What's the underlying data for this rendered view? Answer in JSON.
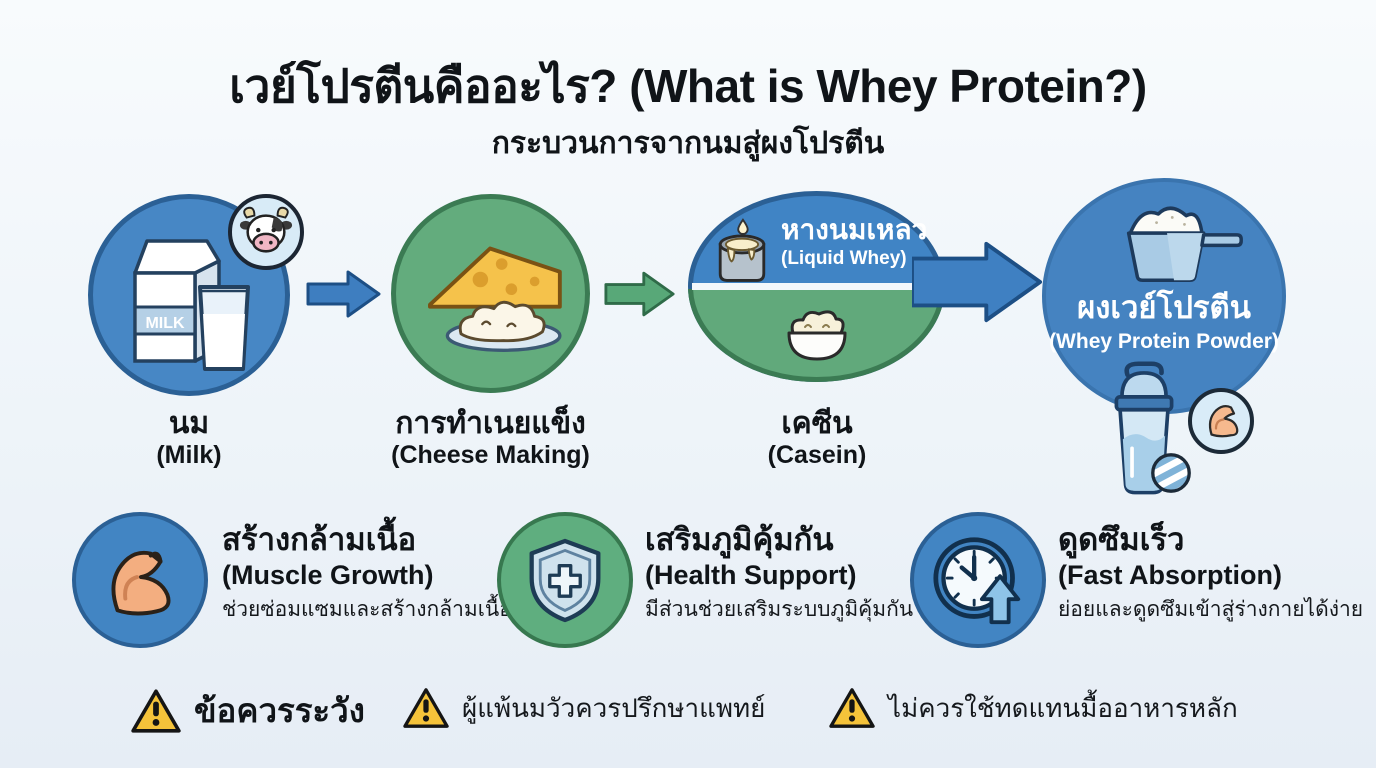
{
  "title": "เวย์โปรตีนคืออะไร? (What is Whey Protein?)",
  "subtitle": "กระบวนการจากนมสู่ผงโปรตีน",
  "process": {
    "milk": {
      "th": "นม",
      "en": "(Milk)",
      "carton_label": "MILK"
    },
    "cheese": {
      "th": "การทำเนยแข็ง",
      "en": "(Cheese Making)"
    },
    "liquid_whey": {
      "th": "หางนมเหลว",
      "en": "(Liquid Whey)"
    },
    "casein": {
      "th": "เคซีน",
      "en": "(Casein)"
    },
    "powder": {
      "th": "ผงเวย์โปรตีน",
      "en": "(Whey Protein Powder)"
    }
  },
  "benefits": [
    {
      "th": "สร้างกล้ามเนื้อ",
      "en": "(Muscle Growth)",
      "desc": "ช่วยซ่อมแซมและสร้างกล้ามเนื้อ"
    },
    {
      "th": "เสริมภูมิคุ้มกัน",
      "en": "(Health Support)",
      "desc": "มีส่วนช่วยเสริมระบบภูมิคุ้มกัน"
    },
    {
      "th": "ดูดซึมเร็ว",
      "en": "(Fast Absorption)",
      "desc": "ย่อยและดูดซึมเข้าสู่ร่างกายได้ง่าย"
    }
  ],
  "warnings": {
    "heading": "ข้อควรระวัง",
    "item1": "ผู้แพ้นมวัวควรปรึกษาแพทย์",
    "item2": "ไม่ควรใช้ทดแทนมื้ออาหารหลัก"
  },
  "colors": {
    "blue": "#4787c5",
    "blue_border": "#2b6095",
    "green": "#63ac7d",
    "green_border": "#3b7b53",
    "warning_yellow": "#f5c33a",
    "text_dark": "#101418",
    "background": "#eef4f9"
  }
}
